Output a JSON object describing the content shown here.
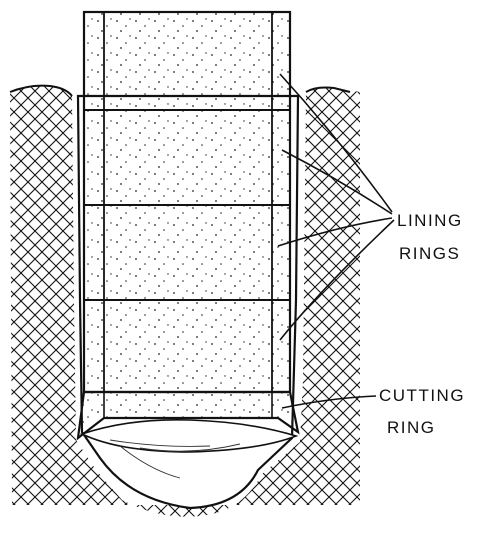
{
  "labels": {
    "lining_line1": "LINING",
    "lining_line2": "RINGS",
    "cutting_line1": "CUTTING",
    "cutting_line2": "RING"
  },
  "colors": {
    "ink": "#111111",
    "background": "#ffffff"
  },
  "parts": {
    "lining_ring_count": 4,
    "cutting_ring_count": 1
  }
}
